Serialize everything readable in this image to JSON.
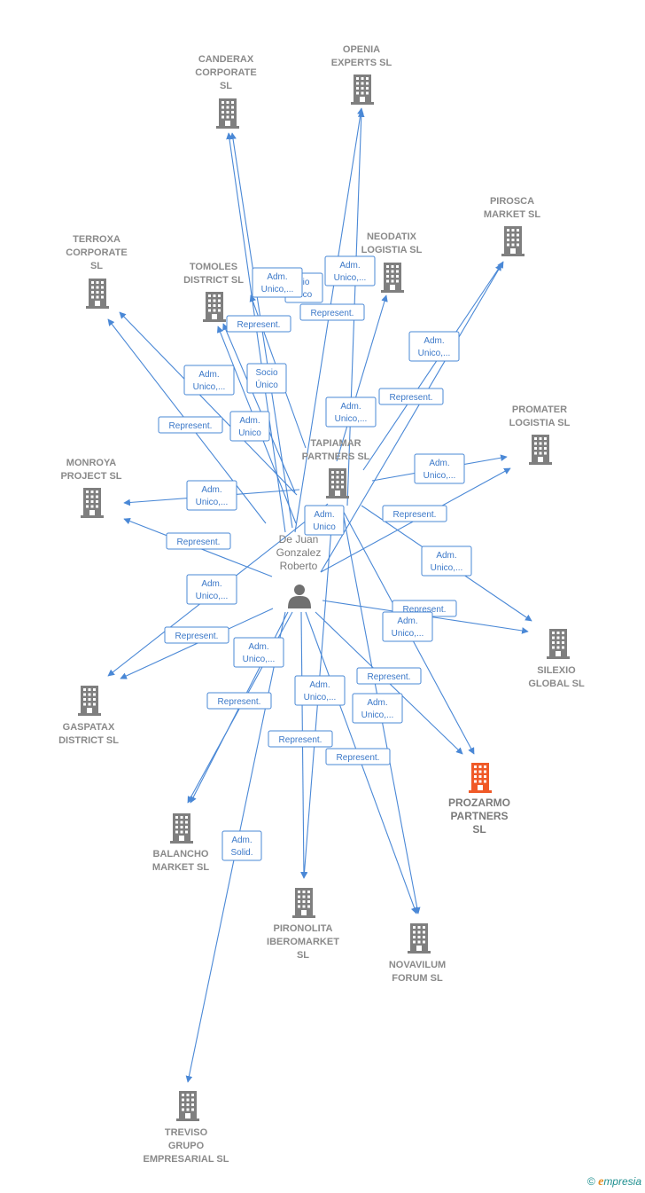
{
  "colors": {
    "edge": "#4a88d6",
    "node": "#7f7f7f",
    "highlight": "#f05a28",
    "person": "#707070"
  },
  "person": {
    "label": [
      "De Juan",
      "Gonzalez",
      "Roberto"
    ],
    "icon": "person-icon"
  },
  "nodes": [
    {
      "id": "canderax",
      "label": [
        "CANDERAX",
        "CORPORATE",
        "SL"
      ],
      "icon": "building-icon"
    },
    {
      "id": "openia",
      "label": [
        "OPENIA",
        "EXPERTS SL"
      ],
      "icon": "building-icon"
    },
    {
      "id": "pirosca",
      "label": [
        "PIROSCA",
        "MARKET SL"
      ],
      "icon": "building-icon"
    },
    {
      "id": "terroxa",
      "label": [
        "TERROXA",
        "CORPORATE",
        "SL"
      ],
      "icon": "building-icon"
    },
    {
      "id": "tomoles",
      "label": [
        "TOMOLES",
        "DISTRICT SL"
      ],
      "icon": "building-icon"
    },
    {
      "id": "neodatix",
      "label": [
        "NEODATIX",
        "LOGISTIA SL"
      ],
      "icon": "building-icon"
    },
    {
      "id": "promater",
      "label": [
        "PROMATER",
        "LOGISTIA SL"
      ],
      "icon": "building-icon"
    },
    {
      "id": "tapiamar",
      "label": [
        "TAPIAMAR",
        "PARTNERS SL"
      ],
      "icon": "building-icon"
    },
    {
      "id": "monroya",
      "label": [
        "MONROYA",
        "PROJECT SL"
      ],
      "icon": "building-icon"
    },
    {
      "id": "silexio",
      "label": [
        "SILEXIO",
        "GLOBAL SL"
      ],
      "icon": "building-icon"
    },
    {
      "id": "gaspatax",
      "label": [
        "GASPATAX",
        "DISTRICT SL"
      ],
      "icon": "building-icon"
    },
    {
      "id": "prozarmo",
      "label": [
        "PROZARMO",
        "PARTNERS",
        "SL"
      ],
      "icon": "building-icon",
      "highlight": true
    },
    {
      "id": "balancho",
      "label": [
        "BALANCHO",
        "MARKET SL"
      ],
      "icon": "building-icon"
    },
    {
      "id": "pironolita",
      "label": [
        "PIRONOLITA",
        "IBEROMARKET",
        "SL"
      ],
      "icon": "building-icon"
    },
    {
      "id": "novavilum",
      "label": [
        "NOVAVILUM",
        "FORUM SL"
      ],
      "icon": "building-icon"
    },
    {
      "id": "treviso",
      "label": [
        "TREVISO",
        "GRUPO",
        "EMPRESARIAL SL"
      ],
      "icon": "building-icon"
    }
  ],
  "edge_labels": [
    {
      "id": "e1",
      "lines": [
        "Adm.",
        "Unico,..."
      ]
    },
    {
      "id": "e2",
      "lines": [
        "Adm.",
        "Unico,..."
      ]
    },
    {
      "id": "e3",
      "lines": [
        "Represent."
      ]
    },
    {
      "id": "e4",
      "lines": [
        "Represent."
      ]
    },
    {
      "id": "e5",
      "lines": [
        "Adm.",
        "Unico,..."
      ]
    },
    {
      "id": "e6",
      "lines": [
        "Represent."
      ]
    },
    {
      "id": "e7",
      "lines": [
        "Socio",
        "Único"
      ]
    },
    {
      "id": "e8",
      "lines": [
        "Adm.",
        "Unico,..."
      ]
    },
    {
      "id": "e9",
      "lines": [
        "Represent."
      ]
    },
    {
      "id": "e10",
      "lines": [
        "Adm.",
        "Unico"
      ]
    },
    {
      "id": "e11",
      "lines": [
        "Adm.",
        "Unico,..."
      ]
    },
    {
      "id": "e12",
      "lines": [
        "Adm.",
        "Unico,..."
      ]
    },
    {
      "id": "e13",
      "lines": [
        "Adm.",
        "Unico,..."
      ]
    },
    {
      "id": "e14",
      "lines": [
        "Adm.",
        "Unico"
      ]
    },
    {
      "id": "e15",
      "lines": [
        "Represent."
      ]
    },
    {
      "id": "e16",
      "lines": [
        "Represent."
      ]
    },
    {
      "id": "e17",
      "lines": [
        "Adm.",
        "Unico,..."
      ]
    },
    {
      "id": "e18",
      "lines": [
        "Adm.",
        "Unico,..."
      ]
    },
    {
      "id": "e19",
      "lines": [
        "Represent."
      ]
    },
    {
      "id": "e20",
      "lines": [
        "Adm.",
        "Unico,..."
      ]
    },
    {
      "id": "e21",
      "lines": [
        "Represent."
      ]
    },
    {
      "id": "e22",
      "lines": [
        "Adm.",
        "Unico,..."
      ]
    },
    {
      "id": "e23",
      "lines": [
        "Represent."
      ]
    },
    {
      "id": "e24",
      "lines": [
        "Adm.",
        "Unico,..."
      ]
    },
    {
      "id": "e25",
      "lines": [
        "Represent."
      ]
    },
    {
      "id": "e26",
      "lines": [
        "Adm.",
        "Unico,..."
      ]
    },
    {
      "id": "e27",
      "lines": [
        "Represent."
      ]
    },
    {
      "id": "e28",
      "lines": [
        "Represent."
      ]
    },
    {
      "id": "e29",
      "lines": [
        "Adm.",
        "Solid."
      ]
    },
    {
      "id": "e30",
      "lines": [
        "cio",
        "nico"
      ]
    }
  ],
  "brand": {
    "copyright": "©",
    "initial": "e",
    "rest": "mpresia"
  }
}
